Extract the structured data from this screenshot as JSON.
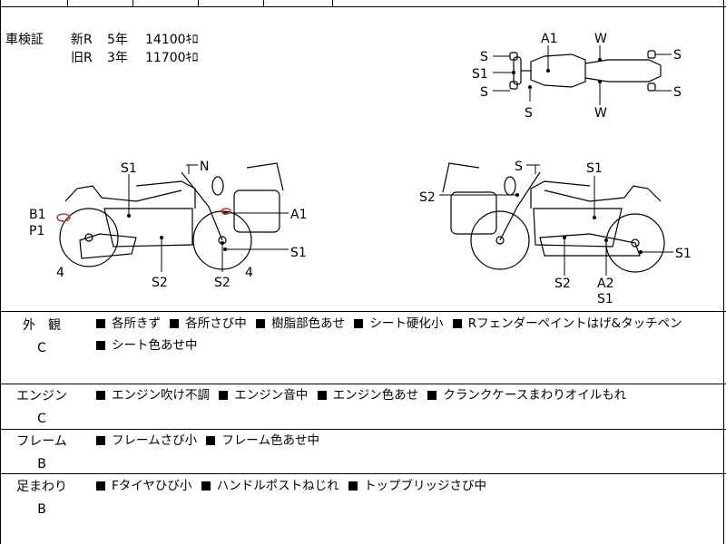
{
  "shaken": {
    "label": "車検証",
    "rows": [
      {
        "era": "新R",
        "years": "5年",
        "km": "14100ｷﾛ"
      },
      {
        "era": "旧R",
        "years": "3年",
        "km": "11700ｷﾛ"
      }
    ]
  },
  "top_diagram": {
    "labels": {
      "a1": "A1",
      "w_top": "W",
      "s_tl": "S",
      "s1_ml": "S1",
      "s_bl": "S",
      "s_b": "S",
      "w_bottom": "W",
      "s_tr": "S",
      "s_br": "S"
    }
  },
  "left_diagram": {
    "labels": {
      "s1": "S1",
      "n": "N",
      "b1": "B1",
      "p1": "P1",
      "a1": "A1",
      "s1_r": "S1",
      "four_l": "4",
      "four_r": "4",
      "s2_a": "S2",
      "s2_b": "S2"
    }
  },
  "right_diagram": {
    "labels": {
      "s": "S",
      "s1": "S1",
      "s2_l": "S2",
      "s1_r": "S1",
      "s2_b": "S2",
      "a2": "A2",
      "s1_b": "S1"
    }
  },
  "sections": [
    {
      "name": "外　観",
      "grade": "C",
      "lines": [
        [
          "各所きず",
          "各所さび中",
          "樹脂部色あせ",
          "シート硬化小",
          "Rフェンダーペイントはげ&タッチペン"
        ],
        [
          "シート色あせ中"
        ]
      ]
    },
    {
      "name": "エンジン",
      "grade": "C",
      "lines": [
        [
          "エンジン吹け不調",
          "エンジン音中",
          "エンジン色あせ",
          "クランクケースまわりオイルもれ"
        ]
      ]
    },
    {
      "name": "フレーム",
      "grade": "B",
      "lines": [
        [
          "フレームさび小",
          "フレーム色あせ中"
        ]
      ]
    },
    {
      "name": "足まわり",
      "grade": "B",
      "lines": [
        [
          "Fタイヤひび小",
          "ハンドルポストねじれ",
          "トップブリッジさび中"
        ]
      ]
    }
  ],
  "colors": {
    "line": "#000000",
    "marker": "#c0392b"
  }
}
